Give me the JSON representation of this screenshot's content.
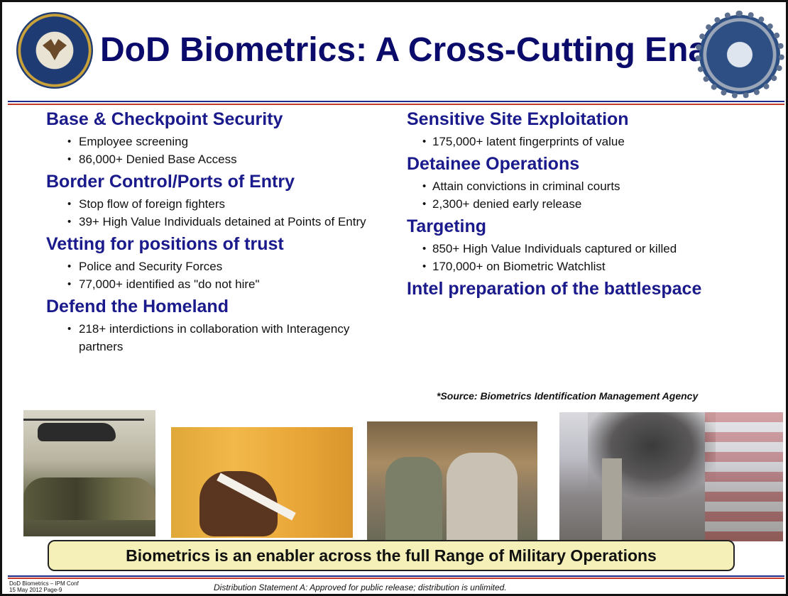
{
  "title": "DoD Biometrics:  A Cross-Cutting Enabler",
  "left_sections": [
    {
      "heading": "Base & Checkpoint  Security",
      "bullets": [
        "Employee screening",
        "86,000+ Denied Base Access"
      ]
    },
    {
      "heading": "Border Control/Ports  of  Entry",
      "bullets": [
        "Stop flow of foreign fighters",
        "39+ High Value Individuals detained at Points of Entry"
      ]
    },
    {
      "heading": "Vetting for positions of trust",
      "bullets": [
        "Police and Security Forces",
        "77,000+ identified as \"do not hire\""
      ]
    },
    {
      "heading": "Defend the Homeland",
      "bullets": [
        "218+ interdictions in collaboration with Interagency partners"
      ]
    }
  ],
  "right_sections": [
    {
      "heading": "Sensitive Site Exploitation",
      "bullets": [
        "175,000+ latent fingerprints of value"
      ]
    },
    {
      "heading": "Detainee Operations",
      "bullets": [
        "Attain convictions in criminal courts",
        "2,300+ denied early release"
      ]
    },
    {
      "heading": "Targeting",
      "bullets": [
        "850+ High Value Individuals captured or killed",
        "170,000+ on Biometric Watchlist"
      ]
    },
    {
      "heading": "Intel preparation of the battlespace",
      "bullets": []
    }
  ],
  "source": "*Source:  Biometrics  Identification  Management  Agency",
  "banner": "Biometrics is an enabler across the full Range of Military Operations",
  "footer": {
    "left_line1": "DoD Biometrics – IPM Conf",
    "left_line2": "15 May 2012 Page-9",
    "distribution": "Distribution Statement A: Approved for public release; distribution is unlimited."
  },
  "seals": {
    "left": "department-of-defense-seal",
    "right": "biometrics-agency-seal"
  },
  "colors": {
    "heading": "#1a1a8c",
    "title": "#0b0b6b",
    "banner_bg": "#f4f0b8",
    "rule_blue": "#1c2a8a",
    "rule_red": "#c0392b"
  }
}
